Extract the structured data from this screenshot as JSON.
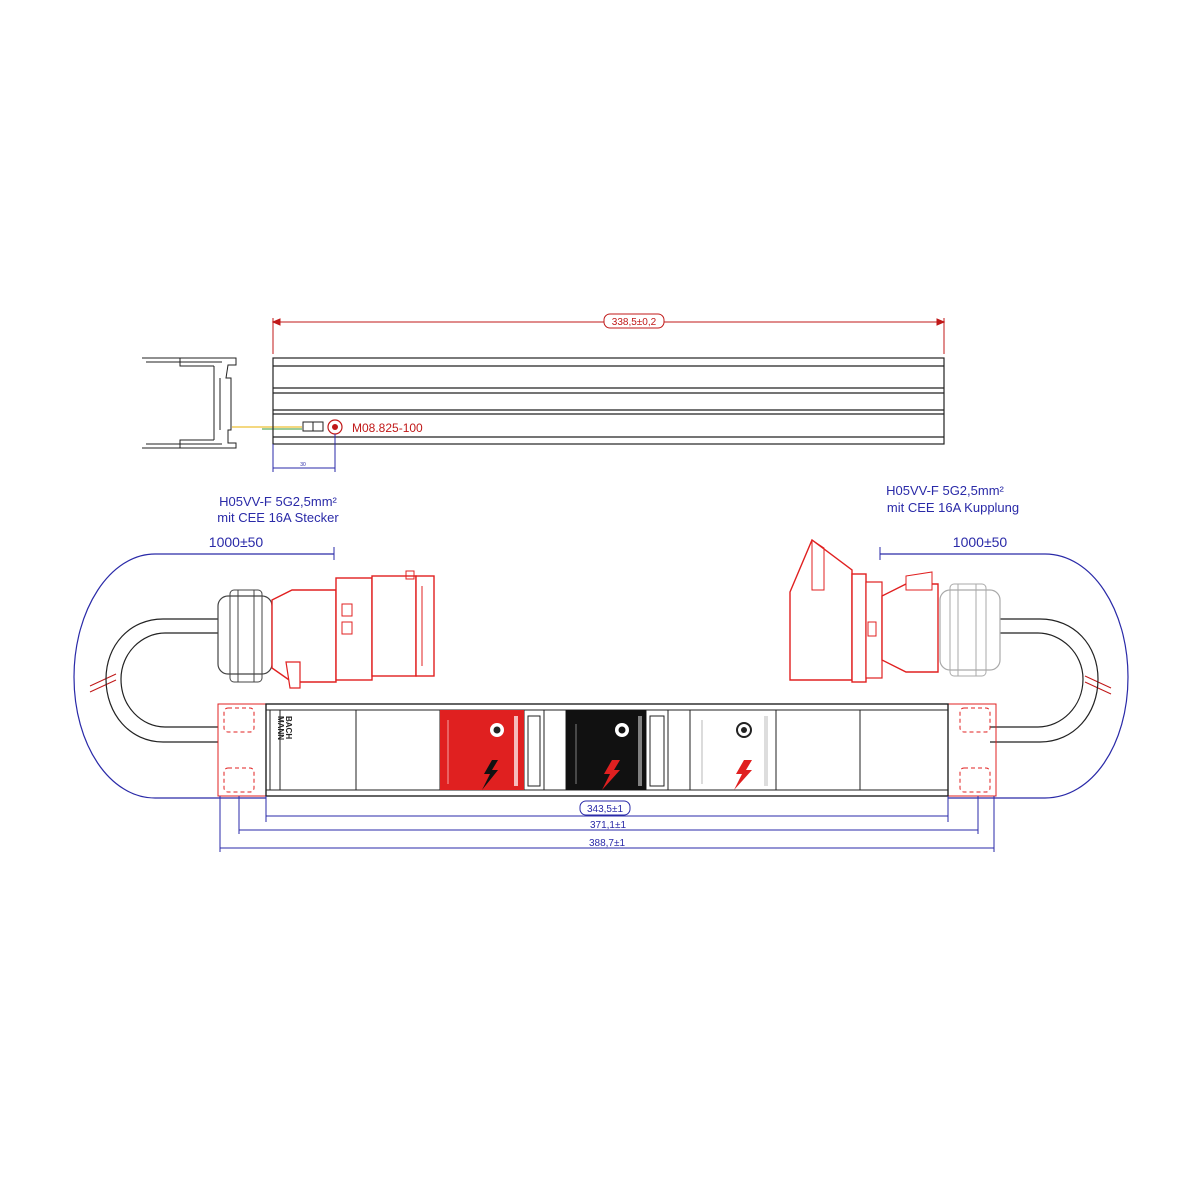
{
  "top_view": {
    "length_dim": "338,5±0,2",
    "screw_label": "M08.825-100",
    "offset_dim": "30"
  },
  "left_cable": {
    "line1": "H05VV-F 5G2,5mm²",
    "line2": "mit CEE 16A Stecker",
    "length": "1000±50"
  },
  "right_cable": {
    "line1": "H05VV-F 5G2,5mm²",
    "line2": "mit CEE 16A Kupplung",
    "length": "1000±50"
  },
  "pdu": {
    "brand_line1": "BACH",
    "brand_line2": "MANN",
    "dim_body": "343,5±1",
    "dim_mount": "371,1±1",
    "dim_total": "388,7±1"
  },
  "colors": {
    "dimension_red": "#c01818",
    "cable_blue": "#2a2aa8",
    "cee_red": "#e02020",
    "module_black": "#111111",
    "outline": "#222222"
  }
}
